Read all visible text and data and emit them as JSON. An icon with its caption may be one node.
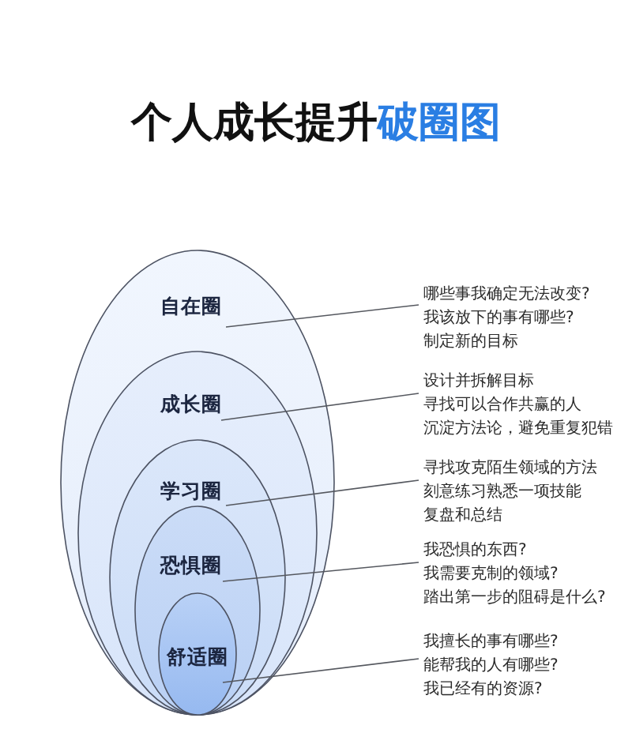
{
  "diagram": {
    "title": "个人成长提升破圈图",
    "nodes": [
      {
        "text": [
          "自在圈"
        ]
      },
      {
        "text": [
          "成长圈"
        ],
        "in": 0
      },
      {
        "text": [
          "学习圈"
        ],
        "in": 1
      },
      {
        "text": [
          "恐惧圈"
        ],
        "in": 2
      },
      {
        "text": [
          "舒适圈"
        ],
        "in": 3
      },
      {
        "text": [
          "哪些事我确定无法改变?",
          "我该放下的事有哪些?",
          "制定新的目标"
        ]
      },
      {
        "text": [
          "设计并拆解目标",
          "寻找可以合作共赢的人",
          "沉淀方法论，避免重复犯错"
        ]
      },
      {
        "text": [
          "寻找攻克陌生领域的方法",
          "刻意练习熟悉一项技能",
          "复盘和总结"
        ]
      },
      {
        "text": [
          "我恐惧的东西?",
          "我需要克制的领域?",
          "踏出第一步的阻碍是什么?"
        ]
      },
      {
        "text": [
          "我擅长的事有哪些?",
          "能帮我的人有哪些?",
          "我已经有的资源?"
        ]
      }
    ],
    "edges": [
      {
        "from": 5,
        "to": 0,
        "arrow": "none"
      },
      {
        "from": 6,
        "to": 1,
        "arrow": "none"
      },
      {
        "from": 7,
        "to": 2,
        "arrow": "none"
      },
      {
        "from": 8,
        "to": 3,
        "arrow": "none"
      },
      {
        "from": 9,
        "to": 4,
        "arrow": "none"
      }
    ]
  }
}
